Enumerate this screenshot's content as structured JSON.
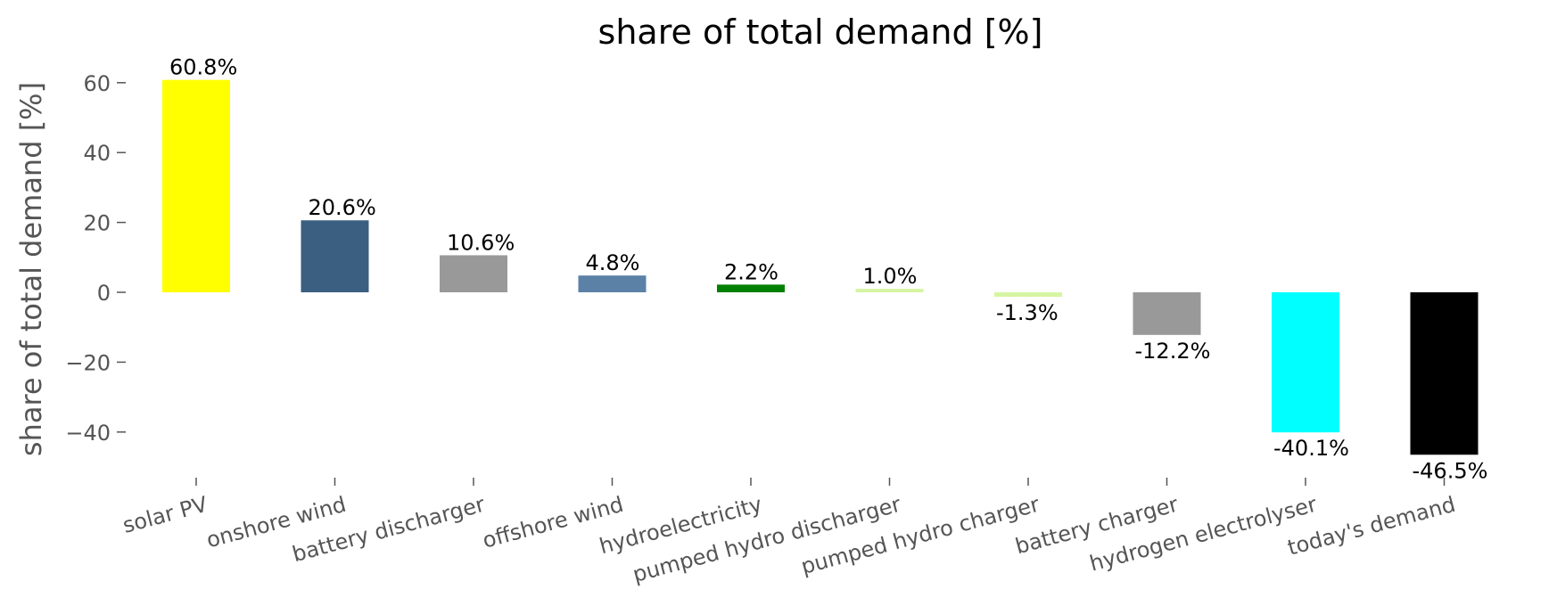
{
  "chart_data": {
    "type": "bar",
    "title": "share of total demand [%]",
    "xlabel": "",
    "ylabel": "share of total demand [%]",
    "ylim": [
      -52,
      62
    ],
    "yticks": [
      -40,
      -20,
      0,
      20,
      40,
      60
    ],
    "ytick_labels": [
      "−40",
      "−20",
      "0",
      "20",
      "40",
      "60"
    ],
    "grid": false,
    "legend": "none",
    "categories": [
      "solar PV",
      "onshore wind",
      "battery discharger",
      "offshore wind",
      "hydroelectricity",
      "pumped hydro discharger",
      "pumped hydro charger",
      "battery charger",
      "hydrogen electrolyser",
      "today's demand"
    ],
    "values": [
      60.8,
      20.6,
      10.6,
      4.8,
      2.2,
      1.0,
      -1.3,
      -12.2,
      -40.1,
      -46.5
    ],
    "data_labels": [
      "60.8%",
      "20.6%",
      "10.6%",
      "4.8%",
      "2.2%",
      "1.0%",
      "-1.3%",
      "-12.2%",
      "-40.1%",
      "-46.5%"
    ],
    "colors": [
      "#ffff00",
      "#3b5f80",
      "#999999",
      "#5b82a6",
      "#008000",
      "#d6f5a3",
      "#d6f5a3",
      "#999999",
      "#00ffff",
      "#000000"
    ]
  }
}
